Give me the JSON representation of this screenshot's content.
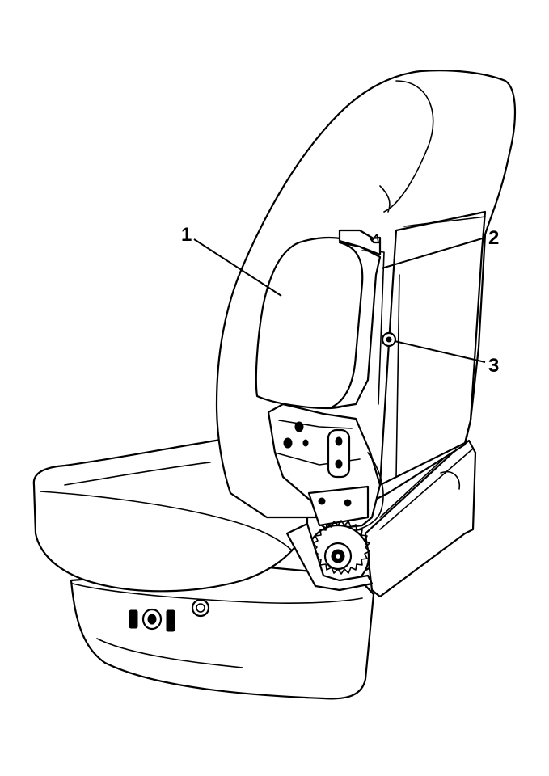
{
  "callouts": [
    {
      "id": "1",
      "label": "1"
    },
    {
      "id": "2",
      "label": "2"
    },
    {
      "id": "3",
      "label": "3"
    }
  ],
  "colors": {
    "line": "#000000",
    "fill": "#ffffff"
  }
}
